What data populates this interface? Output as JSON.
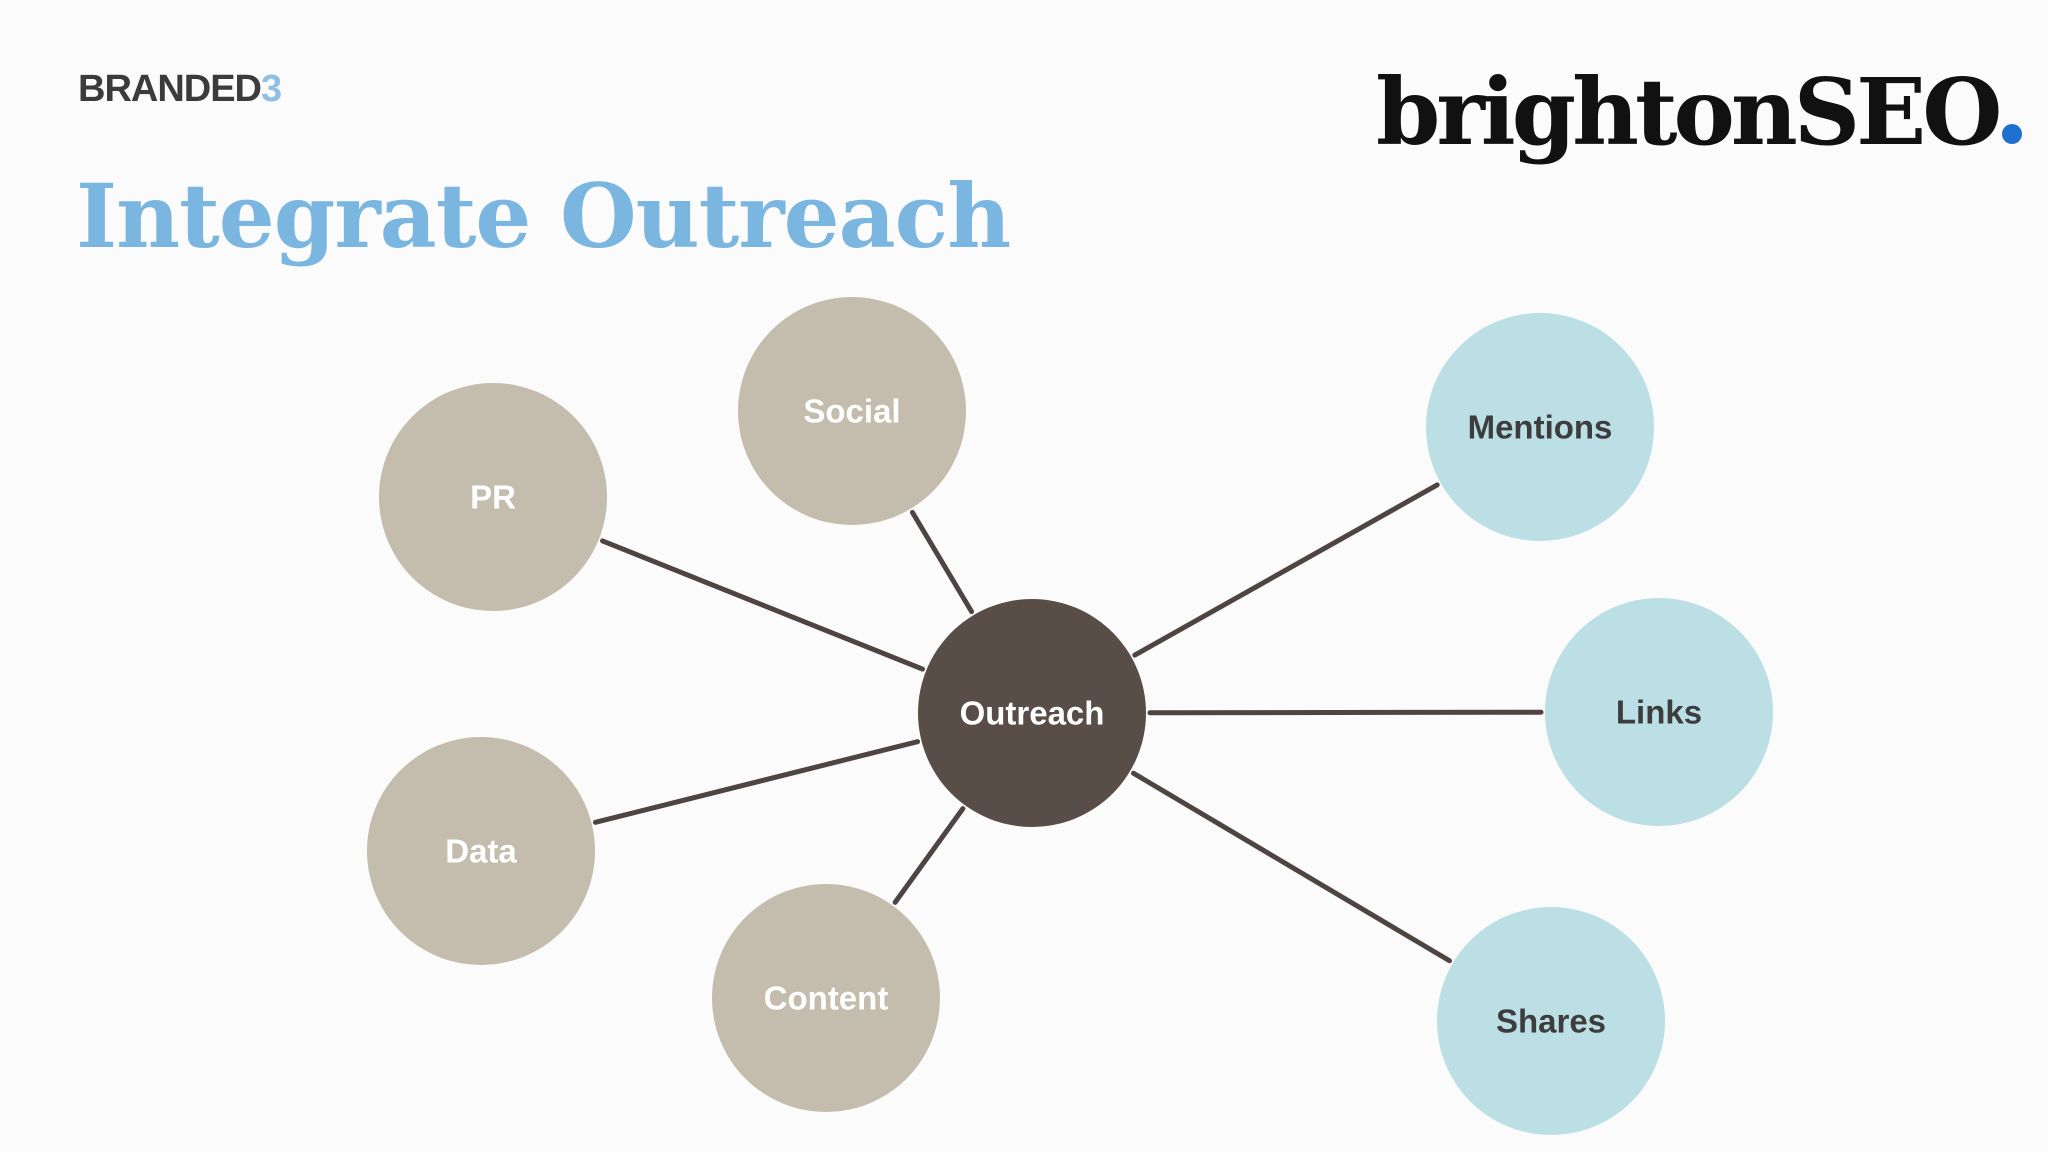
{
  "header": {
    "brand_main": "BRANDED",
    "brand_accent": "3",
    "event_name": "brightonSEO",
    "title": "Integrate Outreach"
  },
  "colors": {
    "input_node": "#c4bdad",
    "output_node": "#bbdfe4",
    "center_node": "#594d47",
    "connector": "#4e4542",
    "title": "#7ab6e0"
  },
  "diagram": {
    "center": {
      "label": "Outreach"
    },
    "inputs": [
      {
        "id": "social",
        "label": "Social"
      },
      {
        "id": "pr",
        "label": "PR"
      },
      {
        "id": "data",
        "label": "Data"
      },
      {
        "id": "content",
        "label": "Content"
      }
    ],
    "outputs": [
      {
        "id": "mentions",
        "label": "Mentions"
      },
      {
        "id": "links",
        "label": "Links"
      },
      {
        "id": "shares",
        "label": "Shares"
      }
    ]
  }
}
